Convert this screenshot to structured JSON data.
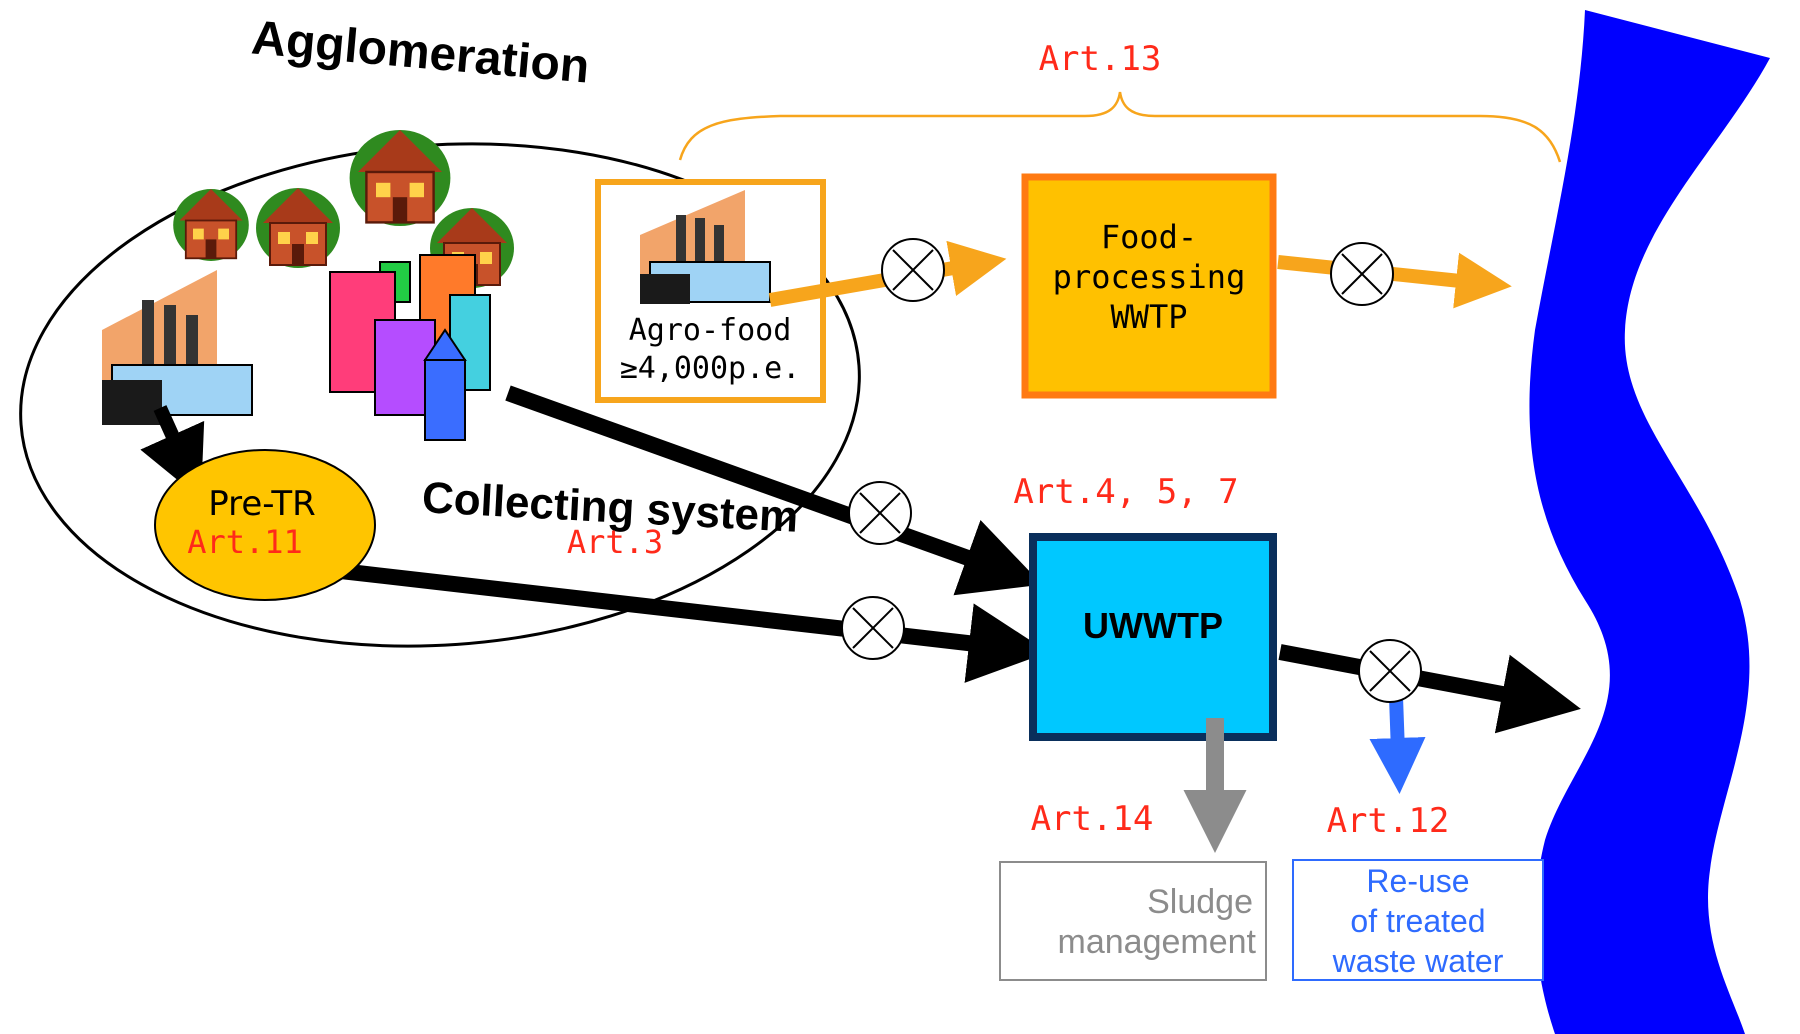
{
  "agglomeration": {
    "title": "Agglomeration"
  },
  "agro_food": {
    "line1": "Agro-food",
    "line2": "≥4,000p.e."
  },
  "food_wwtp": {
    "line1": "Food-",
    "line2": "processing",
    "line3": "WWTP"
  },
  "pre_treatment": {
    "label": "Pre-TR",
    "article": "Art.11"
  },
  "collecting_system": {
    "label": "Collecting system",
    "article": "Art.3"
  },
  "uwwtp": {
    "label": "UWWTP",
    "article": "Art.4, 5, 7"
  },
  "art13": {
    "label": "Art.13"
  },
  "sludge": {
    "line1": "Sludge",
    "line2": "management",
    "article": "Art.14"
  },
  "reuse": {
    "line1": "Re-use",
    "line2": "of treated",
    "line3": "waste water",
    "article": "Art.12"
  },
  "colors": {
    "article_red": "#ff2a1a",
    "orange_flow": "#f7a51c",
    "food_box_fill": "#ffc100",
    "food_box_border": "#ff7a12",
    "uwwtp_fill": "#00c8ff",
    "uwwtp_border": "#0a2f5c",
    "pretr_fill": "#ffc500",
    "river": "#0000ff",
    "reuse_blue": "#2e6bff",
    "sludge_grey": "#8c8c8c"
  }
}
